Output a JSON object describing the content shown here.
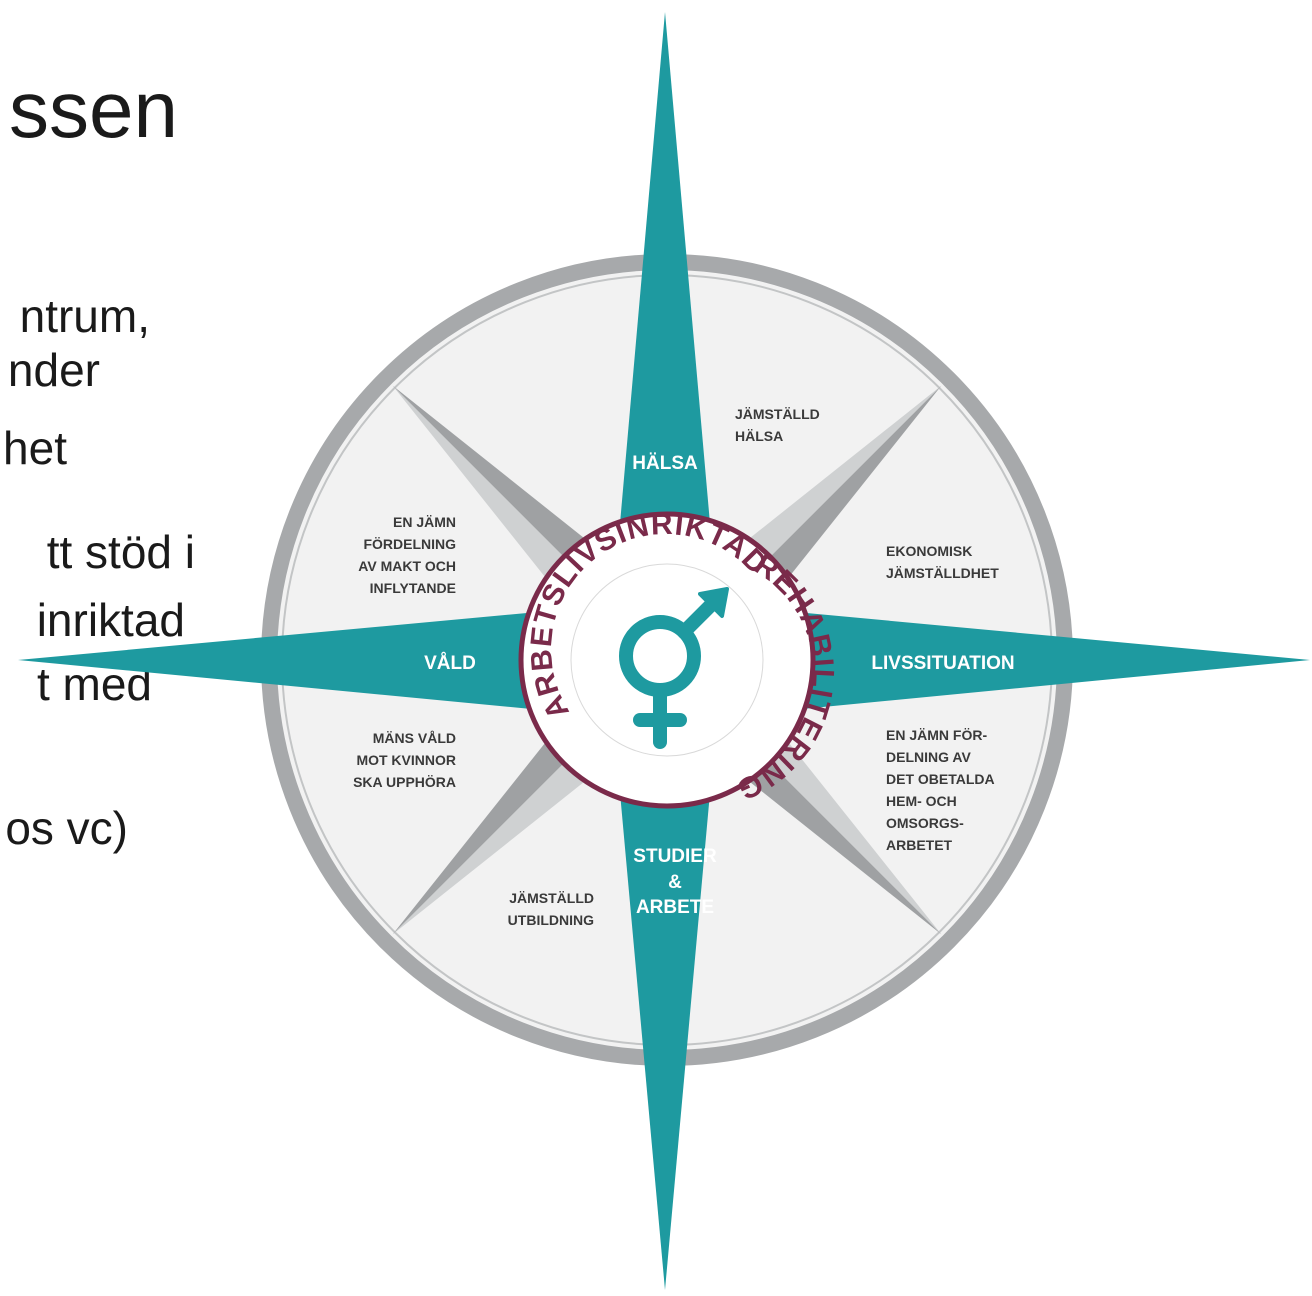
{
  "slide": {
    "title_fragment": "ssen",
    "body_fragments": [
      "ntrum,",
      "nder",
      "het",
      "tt stöd i",
      "inriktad",
      "t med",
      "os vc)"
    ]
  },
  "compass": {
    "arc_text_top": "ARBETSLIVSINRIKTAD",
    "arc_text_right": "REHABILITERING",
    "directions": {
      "north": "HÄLSA",
      "east": "LIVSSITUATION",
      "west": "VÅLD",
      "south": [
        "STUDIER",
        "&",
        "ARBETE"
      ]
    },
    "goals": {
      "nne": [
        "JÄMSTÄLLD",
        "HÄLSA"
      ],
      "ene": [
        "EKONOMISK",
        "JÄMSTÄLLDHET"
      ],
      "ese": [
        "EN JÄMN FÖR-",
        "DELNING AV",
        "DET OBETALDA",
        "HEM- OCH",
        "OMSORGS-",
        "ARBETET"
      ],
      "ssw": [
        "JÄMSTÄLLD",
        "UTBILDNING"
      ],
      "wsw": [
        "MÄNS VÅLD",
        "MOT KVINNOR",
        "SKA UPPHÖRA"
      ],
      "wnw": [
        "EN JÄMN",
        "FÖRDELNING",
        "AV MAKT OCH",
        "INFLYTANDE"
      ]
    },
    "colors": {
      "teal": "#1e9aa0",
      "ring": "#a7a9ab",
      "plum": "#7a2a4a",
      "dial": "#f2f2f2",
      "ray_dark": "#9fa1a3",
      "ray_light": "#cfd1d2"
    },
    "symbol": "gender-symbol-icon"
  }
}
